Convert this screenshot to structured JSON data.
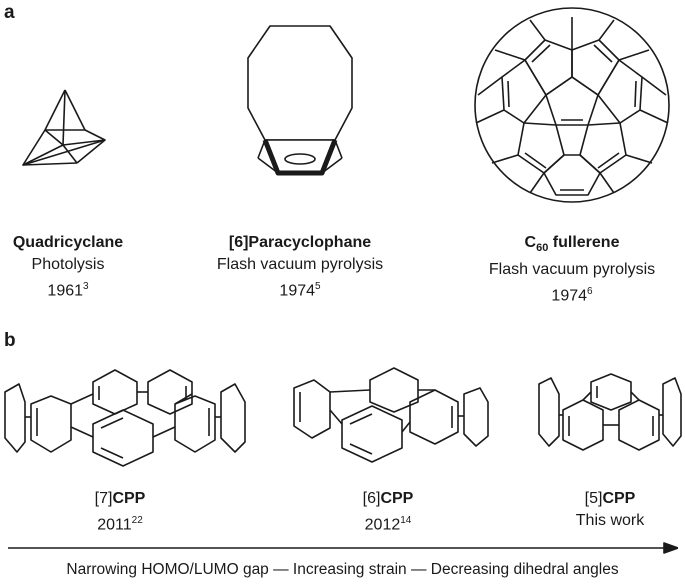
{
  "panels": {
    "a": {
      "letter": "a"
    },
    "b": {
      "letter": "b"
    }
  },
  "molecules_a": [
    {
      "name": "Quadricyclane",
      "method": "Photolysis",
      "year": "1961",
      "ref": "3"
    },
    {
      "name": "[6]Paracyclophane",
      "method": "Flash vacuum pyrolysis",
      "year": "1974",
      "ref": "5"
    },
    {
      "name_main": "C",
      "name_sub": "60",
      "name_rest": " fullerene",
      "method": "Flash vacuum pyrolysis",
      "year": "1974",
      "ref": "6"
    }
  ],
  "molecules_b": [
    {
      "label_bracket": "[7]",
      "label_rest": "CPP",
      "year": "2011",
      "ref": "22"
    },
    {
      "label_bracket": "[6]",
      "label_rest": "CPP",
      "year": "2012",
      "ref": "14"
    },
    {
      "label_bracket": "[5]",
      "label_rest": "CPP",
      "note": "This work"
    }
  ],
  "trend": {
    "text": "Narrowing HOMO/LUMO gap — Increasing strain — Decreasing dihedral angles"
  }
}
